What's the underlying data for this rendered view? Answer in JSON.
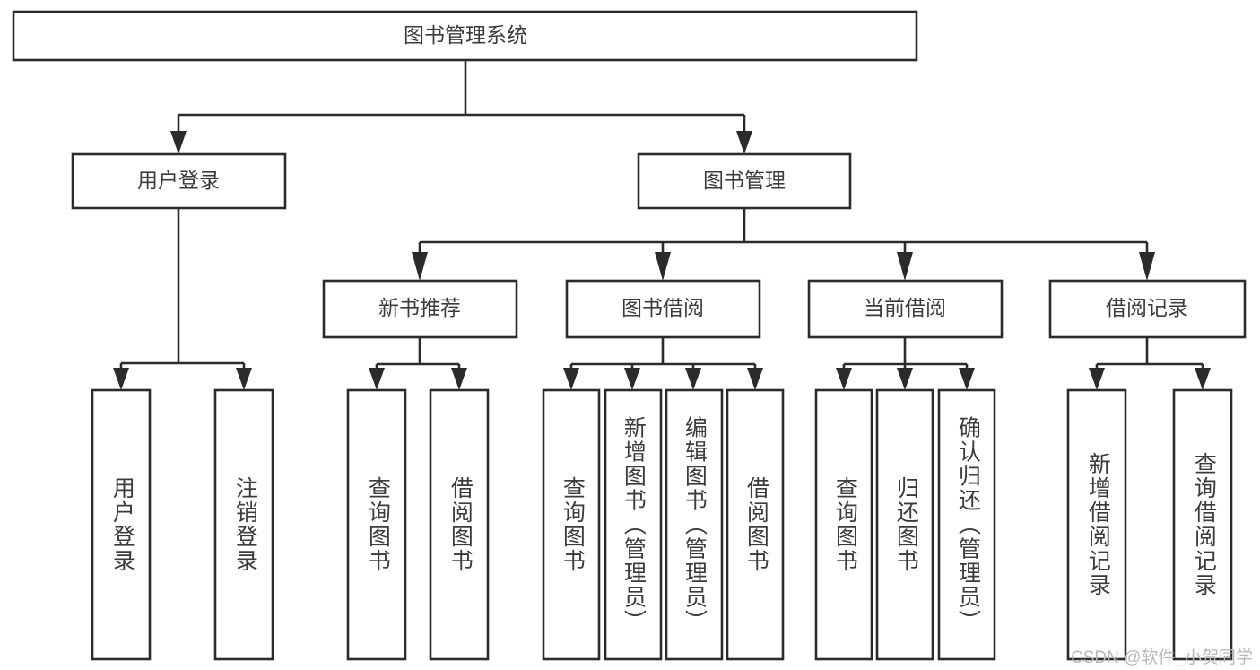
{
  "diagram": {
    "title": "图书管理系统",
    "type": "tree-hierarchy",
    "watermark": "CSDN @软件_小贺同学",
    "colors": {
      "stroke": "#2b2b2b",
      "fill": "#ffffff",
      "text": "#3b3b3b",
      "watermark": "#b9b9b9",
      "background": "#ffffff"
    },
    "levels": {
      "root": {
        "label": "图书管理系统"
      },
      "level2": [
        {
          "id": "user-login",
          "label": "用户登录"
        },
        {
          "id": "book-management",
          "label": "图书管理"
        }
      ],
      "level3": [
        {
          "id": "new-book-recommend",
          "label": "新书推荐",
          "parent": "book-management"
        },
        {
          "id": "book-borrow",
          "label": "图书借阅",
          "parent": "book-management"
        },
        {
          "id": "current-borrow",
          "label": "当前借阅",
          "parent": "book-management"
        },
        {
          "id": "borrow-record",
          "label": "借阅记录",
          "parent": "book-management"
        }
      ],
      "leaves": [
        {
          "id": "leaf-user-login",
          "label": "用户登录",
          "parent": "user-login"
        },
        {
          "id": "leaf-logout-login",
          "label": "注销登录",
          "parent": "user-login"
        },
        {
          "id": "leaf-query-book-1",
          "label": "查询图书",
          "parent": "new-book-recommend"
        },
        {
          "id": "leaf-borrow-book-1",
          "label": "借阅图书",
          "parent": "new-book-recommend"
        },
        {
          "id": "leaf-query-book-2",
          "label": "查询图书",
          "parent": "book-borrow"
        },
        {
          "id": "leaf-add-book",
          "label": "新增图书（管理员）",
          "parent": "book-borrow"
        },
        {
          "id": "leaf-edit-book",
          "label": "编辑图书（管理员）",
          "parent": "book-borrow"
        },
        {
          "id": "leaf-borrow-book-2",
          "label": "借阅图书",
          "parent": "book-borrow"
        },
        {
          "id": "leaf-query-book-3",
          "label": "查询图书",
          "parent": "current-borrow"
        },
        {
          "id": "leaf-return-book",
          "label": "归还图书",
          "parent": "current-borrow"
        },
        {
          "id": "leaf-confirm-return",
          "label": "确认归还（管理员）",
          "parent": "current-borrow"
        },
        {
          "id": "leaf-add-record",
          "label": "新增借阅记录",
          "parent": "borrow-record"
        },
        {
          "id": "leaf-query-record",
          "label": "查询借阅记录",
          "parent": "borrow-record"
        }
      ]
    }
  }
}
